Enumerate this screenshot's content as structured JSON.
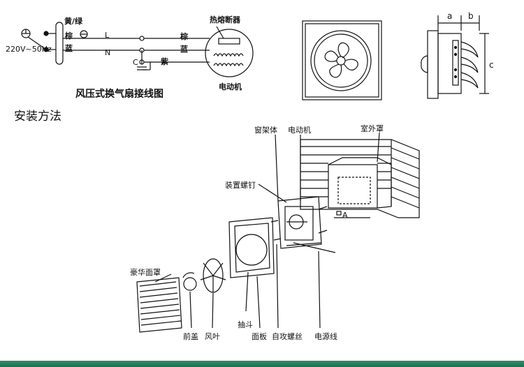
{
  "wiring": {
    "supply": "220V~50Hz",
    "ground_wire": "黄/绿",
    "live_wire": "棕",
    "neutral_wire": "蓝",
    "L": "L",
    "N": "N",
    "C": "C",
    "out_brown": "棕",
    "out_blue": "蓝",
    "out_purple": "紫",
    "fuse": "热熔断器",
    "motor": "电动机",
    "caption": "风压式换气扇接线图"
  },
  "dimensions": {
    "a": "a",
    "b": "b",
    "c": "c"
  },
  "install": {
    "title": "安装方法",
    "frame": "窗架体",
    "motor": "电动机",
    "outer_cover": "室外罩",
    "screw": "装置螺钉",
    "A": "A",
    "grille": "豪华面罩",
    "front_cap": "前盖",
    "blade": "风叶",
    "drawer": "抽斗",
    "panel": "面板",
    "tapping_screw": "自攻螺丝",
    "power_cord": "电源线"
  },
  "colors": {
    "accent_bar": "#1e6f50"
  }
}
